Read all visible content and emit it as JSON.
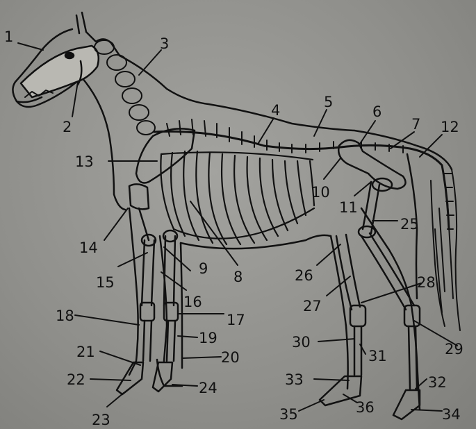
{
  "figure": {
    "colors": {
      "paper": "#8e8e8a",
      "ink": "#111111",
      "bone": "#b9b8b2"
    },
    "labels": [
      "1",
      "2",
      "3",
      "4",
      "5",
      "6",
      "7",
      "8",
      "9",
      "10",
      "11",
      "12",
      "13",
      "14",
      "15",
      "16",
      "17",
      "18",
      "19",
      "20",
      "21",
      "22",
      "23",
      "24",
      "25",
      "26",
      "27",
      "28",
      "29",
      "30",
      "31",
      "32",
      "33",
      "34",
      "35",
      "36"
    ]
  }
}
